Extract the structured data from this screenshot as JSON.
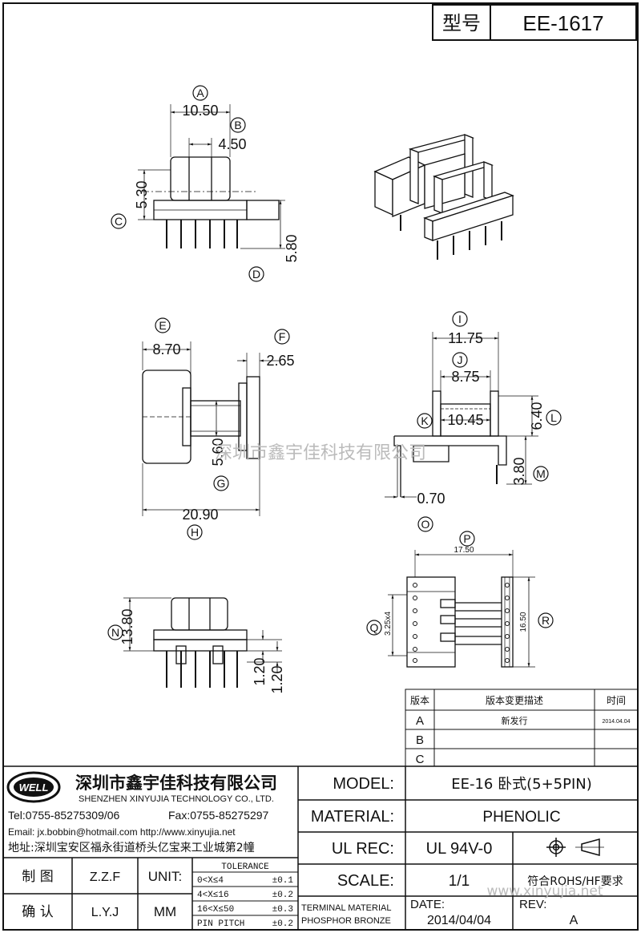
{
  "header": {
    "type_label": "型号",
    "model_code": "EE-1617"
  },
  "watermark": {
    "cn": "深圳市鑫宇佳科技有限公司",
    "url": "www.xinyujia.net"
  },
  "views": {
    "front": {
      "A": "10.50",
      "B": "4.50",
      "C": "5.30",
      "D": "5.80"
    },
    "side": {
      "E": "8.70",
      "F": "2.65",
      "G": "5.60",
      "H": "20.90"
    },
    "end": {
      "I": "11.75",
      "J": "8.75",
      "K": "10.45",
      "L": "6.40",
      "M": "3.80",
      "O": "0.70"
    },
    "bottom": {
      "N": "13.80",
      "pin1": "1.20",
      "pin2": "1.20"
    },
    "pcb": {
      "P": "17.50",
      "Q": "3.25x4",
      "R": "16.50"
    },
    "markers": [
      "A",
      "B",
      "C",
      "D",
      "E",
      "F",
      "G",
      "H",
      "I",
      "J",
      "K",
      "L",
      "M",
      "O",
      "P",
      "Q",
      "R",
      "N"
    ]
  },
  "revision_table": {
    "headers": [
      "版本",
      "版本变更描述",
      "时间"
    ],
    "rows": [
      {
        "rev": "A",
        "desc": "新发行",
        "date": "2014.04.04"
      },
      {
        "rev": "B",
        "desc": "",
        "date": ""
      },
      {
        "rev": "C",
        "desc": "",
        "date": ""
      }
    ]
  },
  "company": {
    "logo_text": "WELL",
    "name_cn": "深圳市鑫宇佳科技有限公司",
    "name_en": "SHENZHEN XINYUJIA TECHNOLOGY CO., LTD.",
    "tel": "Tel:0755-85275309/06",
    "fax": "Fax:0755-85275297",
    "email": "Email: jx.bobbin@hotmail.com http://www.xinyujia.net",
    "address": "地址:深圳宝安区福永街道桥头亿宝来工业城第2幢"
  },
  "spec": {
    "model_label": "MODEL:",
    "model_value": "EE-16 卧式(5+5PIN)",
    "material_label": "MATERIAL:",
    "material_value": "PHENOLIC",
    "ulrec_label": "UL REC:",
    "ulrec_value": "UL 94V-0",
    "scale_label": "SCALE:",
    "scale_value": "1/1",
    "rohs": "符合ROHS/HF要求",
    "terminal_label": "TERMINAL MATERIAL",
    "terminal_value": "PHOSPHOR BRONZE",
    "date_label": "DATE:",
    "date_value": "2014/04/04",
    "rev_label": "REV:",
    "rev_value": "A"
  },
  "signoff": {
    "draw_label": "制 图",
    "draw_name": "Z.Z.F",
    "check_label": "确 认",
    "check_name": "L.Y.J",
    "unit_label": "UNIT:",
    "unit_value": "MM"
  },
  "tolerance": {
    "title": "TOLERANCE",
    "rows": [
      {
        "range": "0<X≤4",
        "tol": "±0.1"
      },
      {
        "range": "4<X≤16",
        "tol": "±0.2"
      },
      {
        "range": "16<X≤50",
        "tol": "±0.3"
      },
      {
        "range": "PIN PITCH",
        "tol": "±0.2"
      }
    ]
  }
}
